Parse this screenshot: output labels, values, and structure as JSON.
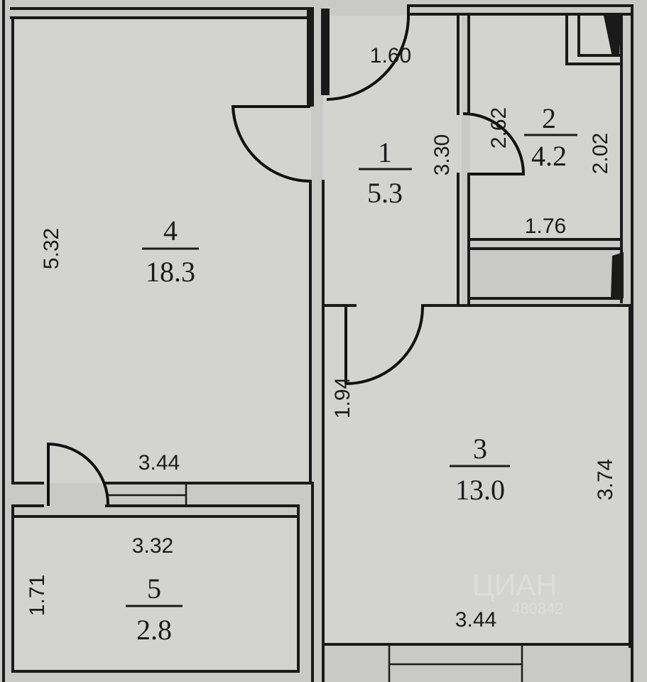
{
  "rooms": [
    {
      "number": "1",
      "area": "5.3"
    },
    {
      "number": "2",
      "area": "4.2"
    },
    {
      "number": "3",
      "area": "13.0"
    },
    {
      "number": "4",
      "area": "18.3"
    },
    {
      "number": "5",
      "area": "2.8"
    }
  ],
  "dimensions": {
    "hall_door": "1.60",
    "hall_height": "3.30",
    "bath_left": "2.62",
    "bath_right": "2.02",
    "bath_width": "1.76",
    "living_height": "5.32",
    "living_width": "3.44",
    "bedroom_door_side": "1.94",
    "bedroom_height": "3.74",
    "bedroom_width": "3.44",
    "balcony_width": "3.32",
    "balcony_height": "1.71"
  },
  "watermark": {
    "brand": "ЦИАН",
    "id": "480842"
  }
}
